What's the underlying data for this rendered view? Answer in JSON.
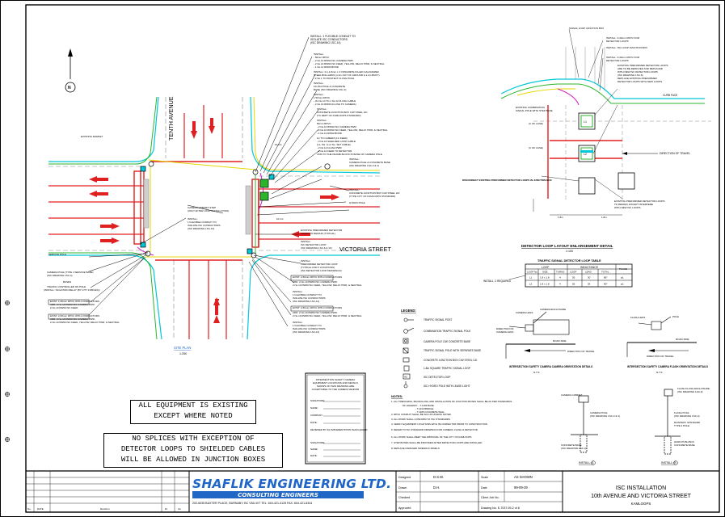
{
  "site_plan": {
    "street_tenth": "TENTH AVENUE",
    "street_victoria": "VICTORIA STREET",
    "title": "SITE PLAN",
    "scale": "1:250"
  },
  "notes_boxes": {
    "existing_line1": "ALL EQUIPMENT IS EXISTING",
    "existing_line2": "EXCEPT WHERE NOTED",
    "splice_line1": "NO SPLICES WITH EXCEPTION OF",
    "splice_line2": "DETECTOR LOOPS TO SHIELDED CABLES",
    "splice_line3": "WILL BE ALLOWED IN JUNCTION BOXES"
  },
  "loop_detail": {
    "title": "DETECTOR LOOP LAYOUT ENLARGEMENT DETAIL",
    "scale": "1:100",
    "label_direction": "DIRECTION OF TRAVEL",
    "label_curb": "CURB FACE",
    "loop_labels": [
      "L1",
      "L2"
    ],
    "label_disconnect": "DISCONNECT EXISTING PREFORMED DETECTOR LOOPS IN JUNCTION BOX"
  },
  "loop_table": {
    "title": "TRAFFIC SIGNAL DETECTOR LOOP TABLE",
    "group_loop": "LOOP",
    "group_inductance": "INDUCTANCE",
    "headers": [
      "LOOP No.",
      "SIZE",
      "TURNS",
      "LOOP",
      "LEAD",
      "TOTAL",
      "PHASE"
    ],
    "rows": [
      [
        "L1",
        "1.8 x 1.8",
        "4",
        "55",
        "30",
        "85*",
        "φ1"
      ],
      [
        "L2",
        "1.8 x 1.8",
        "4",
        "55",
        "35",
        "90*",
        "φ1"
      ]
    ],
    "install_note": "INSTALL: 2 REQUIRED"
  },
  "legend": {
    "title": "LEGEND:",
    "items": [
      "TRAFFIC SIGNAL POST",
      "COMBINATION TRAFFIC SIGNAL POLE",
      "CAMERA POLE C/W CONCRETE BASE",
      "TRAFFIC SIGNAL POLE WITH SEPARATE BASE",
      "CONCRETE JUNCTION BOX C/W STEEL LID",
      "1.8m SQUARE TRAFFIC SIGNAL LOOP",
      "ISC DETECTOR LOOP",
      "ISC HYDRO POLE WITH LEASE LIGHT"
    ]
  },
  "notes": {
    "title": "NOTES:",
    "items": [
      "1. ALL TRENCHING, BACKFILLING AND INSTALLATION OF JUNCTION BOXES SHALL BE AS PER STANDARDS",
      "2. RPVC CONDUIT SHALL BE SCH 40 UNLESS NOTED",
      "3. ALL WORK SHALL CONFORM TO TAC STANDARDS",
      "4. VERIFY EQUIPMENT LOCATIONS WITH ISC INSPECTOR PRIOR TO CONSTRUCTION",
      "5. REFER TO ISC STANDARD DRAWINGS FOR CAMERA, FLASH & DETECTOR",
      "6. ALL WORK SHALL MEET THE APPROVAL OF THE CITY OF KAMLOOPS",
      "7. STEP BOXES SHALL BE PROVIDED AFTER DETECTOR LOOPS ARE INSTALLED",
      "8. REPLACE DAMAGED SIDEWALK PANELS"
    ]
  },
  "camera_details": {
    "camera_title": "INTERSECTION SAFETY CAMERA CAMERA ORIENTATION DETAILS",
    "camera_scale": "N.T.S.",
    "flash_title": "INTERSECTION SAFETY CAMERA FLASH ORIENTATION DETAILS",
    "flash_scale": "N.T.S.",
    "label_camera_lens": "CAMERA LENS",
    "label_enclosure": "CAMERA ENCLOSURE",
    "label_flash_lens": "FLASH LENS",
    "label_pole": "POLE",
    "label_road": "ROAD SIDE",
    "label_direction": "DIRECTION OF TRAVEL",
    "install_a": "INSTALL: A",
    "install_b": "INSTALL: B"
  },
  "signoff": {
    "title_lines": [
      "INTERSECTION SAFETY CAMERA",
      "EQUIPMENT LOCATIONS AND DETAILS",
      "SHOWN ON THIS DRAWING ARE",
      "ACCEPTABLE TO THE CAMERA VENDOR"
    ],
    "fields": [
      "SIGNATURE:",
      "NAME:",
      "COMPANY:",
      "DATE:"
    ],
    "reviewed": "REVIEWED BY ISC IMPLEMENTATION TEAM LEADER"
  },
  "titleblock": {
    "company": "SHAFLIK ENGINEERING LTD.",
    "consulting": "CONSULTING ENGINEERS",
    "address": "202-6035 BAXTER PLACE, BURNABY, BC V5A 4V7   TEL: 604-421-4125   FAX: 604-421-8344",
    "revision_headers": [
      "No.",
      "DATE",
      "Revision",
      "Dr.",
      "Ck."
    ],
    "labels": [
      "Designed",
      "Drawn",
      "Checked",
      "Approved"
    ],
    "designed": "D.S.W.",
    "drawn": "D.H.",
    "checked": "",
    "approved": "",
    "scale_label": "Scale",
    "scale": "AS SHOWN",
    "date_label": "Date",
    "date": "99-09-29",
    "client_label": "Client Job No.",
    "client": "",
    "drawing_label": "Drawing No. E-7037-99-2 of 8",
    "project_line1": "ISC INSTALLATION",
    "project_line2": "10th AVENUE AND VICTORIA STREET",
    "project_line3": "KAMLOOPS"
  },
  "colors": {
    "brand_blue": "#1f66c7",
    "road_red": "#e02020",
    "curb_cyan": "#00c8d8",
    "green": "#2bb52b",
    "yellow": "#e6d800",
    "magenta": "#d020c0"
  }
}
